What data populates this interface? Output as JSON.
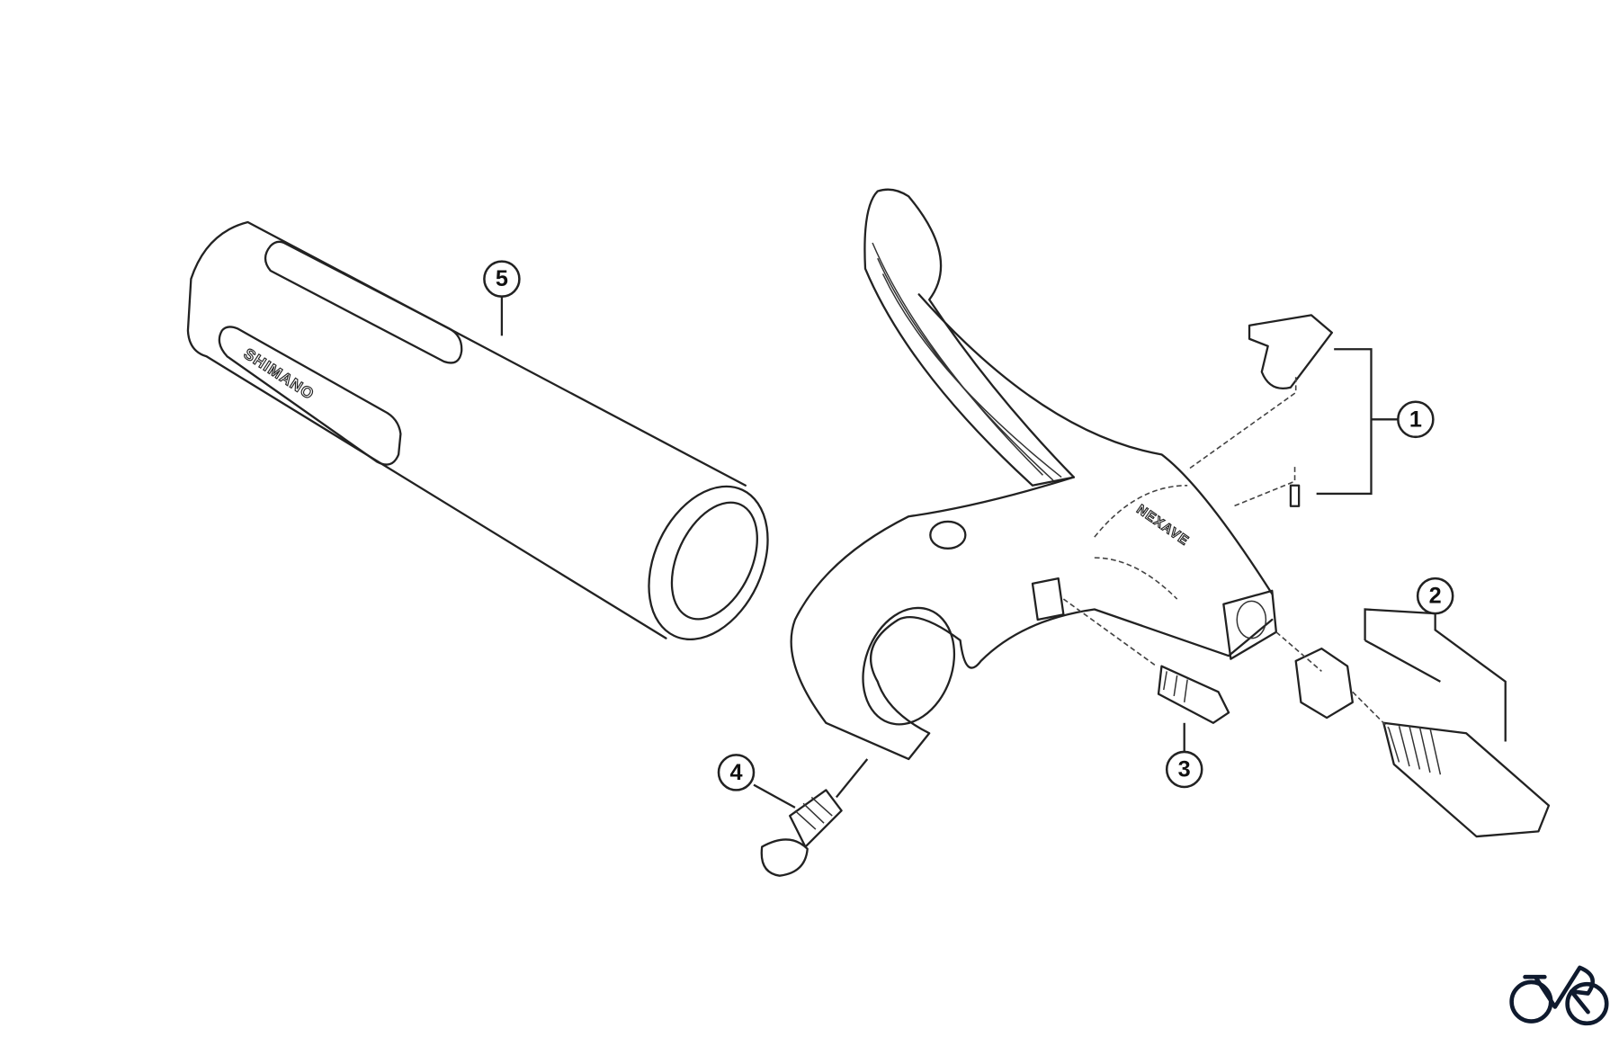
{
  "diagram": {
    "callouts": [
      {
        "id": "1",
        "label": "1"
      },
      {
        "id": "2",
        "label": "2"
      },
      {
        "id": "3",
        "label": "3"
      },
      {
        "id": "4",
        "label": "4"
      },
      {
        "id": "5",
        "label": "5"
      }
    ],
    "grip_logo_text": "SHIMANO",
    "lever_logo_text": "NEXAVE"
  },
  "site_logo": {
    "icon": "bicycle-icon",
    "color": "#0f1a2e"
  }
}
